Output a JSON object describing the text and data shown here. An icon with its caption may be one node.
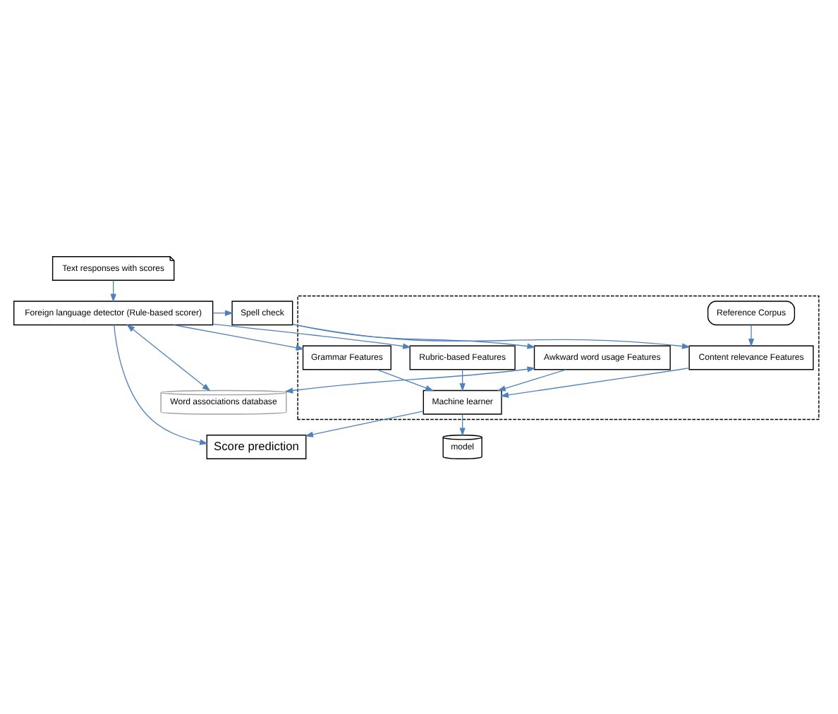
{
  "diagram": {
    "nodes": [
      {
        "text": [
          "Text responses with scores"
        ]
      },
      {
        "text": [
          "Word associations database"
        ]
      },
      {
        "text": [
          "Foreign language detector (Rule-based scorer)"
        ]
      },
      {
        "text": [
          "Spell check"
        ]
      },
      {
        "text": [],
        "shape": "box"
      },
      {
        "text": [
          "Rubric-based Features"
        ],
        "in": 4
      },
      {
        "text": [
          "Grammar Features"
        ],
        "in": 4
      },
      {
        "text": [
          "Content relevance Features"
        ],
        "in": 4
      },
      {
        "text": [
          "Reference Corpus"
        ],
        "in": 4
      },
      {
        "text": [
          "Awkward word usage Features"
        ],
        "in": 4
      },
      {
        "text": [
          "Machine learner"
        ],
        "in": 4
      },
      {
        "text": [
          "model"
        ]
      },
      {
        "text": [
          "Score prediction"
        ]
      }
    ],
    "edges": [
      {
        "from": 0,
        "to": 2,
        "arrow": "to"
      },
      {
        "from": 2,
        "to": 1,
        "arrow": "both"
      },
      {
        "from": 2,
        "to": 3,
        "arrow": "to"
      },
      {
        "from": 2,
        "to": 5,
        "arrow": "to"
      },
      {
        "from": 2,
        "to": 6,
        "arrow": "to"
      },
      {
        "from": 2,
        "to": 12,
        "arrow": "to"
      },
      {
        "from": 3,
        "to": 7,
        "arrow": "to"
      },
      {
        "from": 3,
        "to": 9,
        "arrow": "to"
      },
      {
        "from": 9,
        "to": 1,
        "arrow": "both"
      },
      {
        "from": 8,
        "to": 7,
        "arrow": "to"
      },
      {
        "from": 5,
        "to": 10,
        "arrow": "to"
      },
      {
        "from": 6,
        "to": 10,
        "arrow": "to"
      },
      {
        "from": 7,
        "to": 10,
        "arrow": "to"
      },
      {
        "from": 9,
        "to": 10,
        "arrow": "to"
      },
      {
        "from": 10,
        "to": 12,
        "arrow": "to"
      },
      {
        "from": 10,
        "to": 11,
        "arrow": "to"
      }
    ]
  }
}
